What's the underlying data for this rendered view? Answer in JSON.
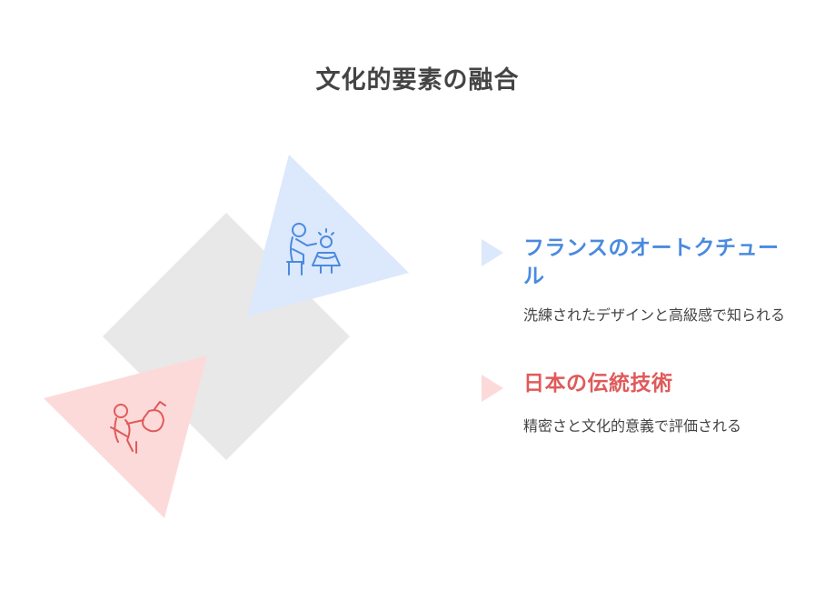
{
  "title": "文化的要素の融合",
  "items": [
    {
      "heading": "フランスのオートクチュール",
      "description": "洗練されたデザインと高級感で知られる",
      "color": "#4a8ae0",
      "fill": "#dce8fb",
      "icon": "designer-fitting-icon"
    },
    {
      "heading": "日本の伝統技術",
      "description": "精密さと文化的意義で評価される",
      "color": "#e05a5a",
      "fill": "#fddada",
      "icon": "artisan-craft-icon"
    }
  ],
  "colors": {
    "background_shape": "#e8e8e8",
    "title": "#444444",
    "text": "#444444"
  }
}
